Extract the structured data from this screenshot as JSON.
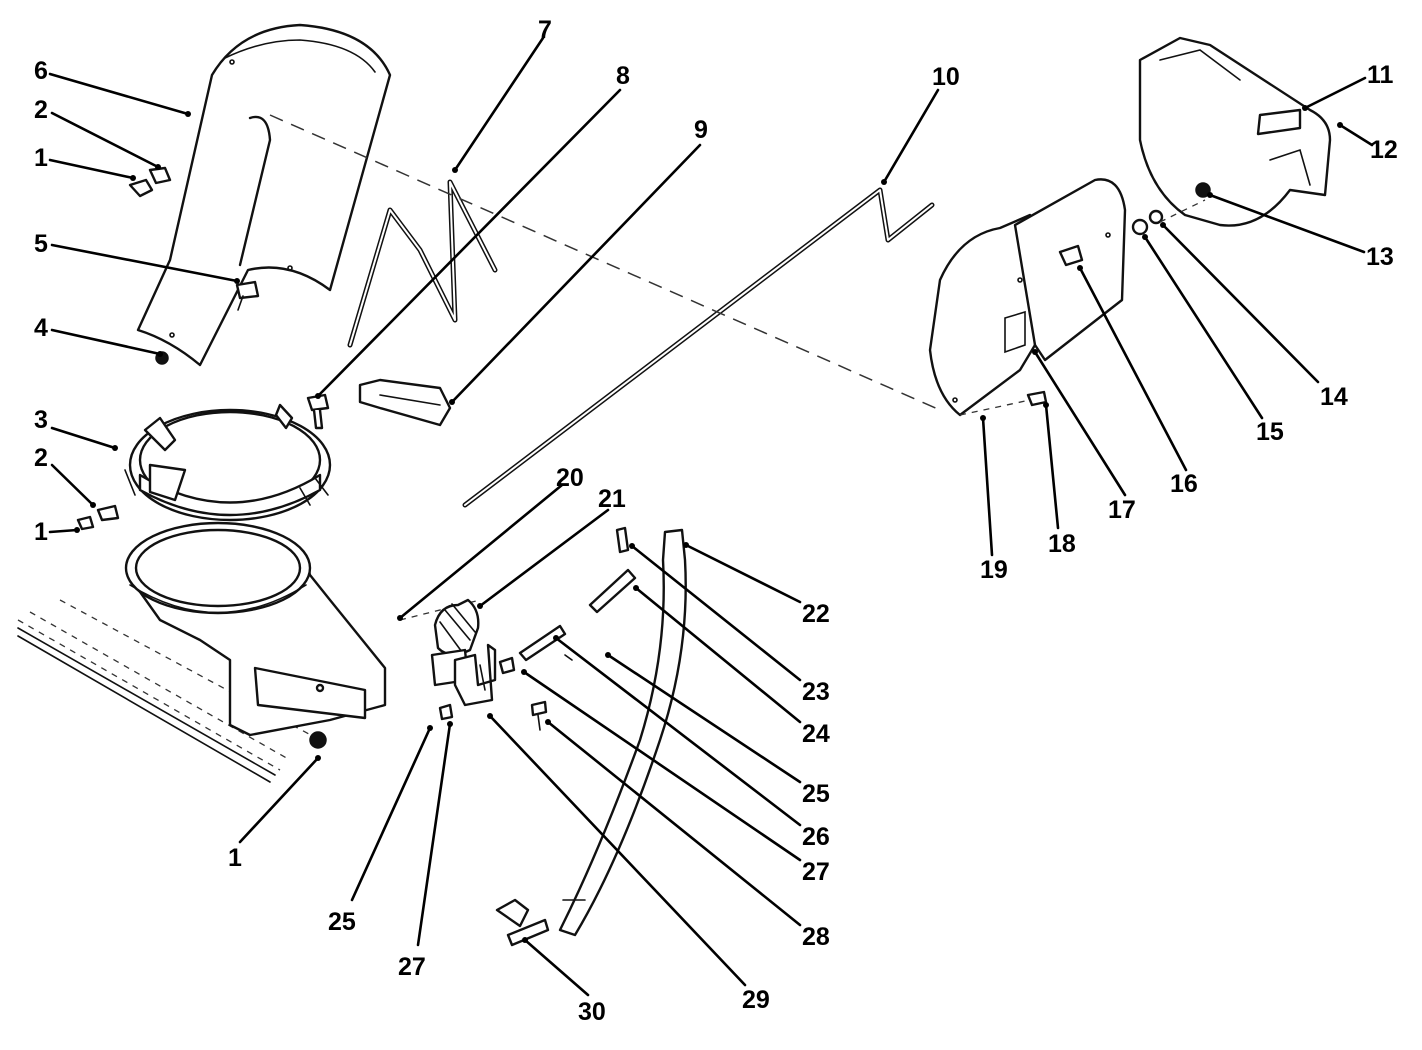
{
  "diagram": {
    "callouts": [
      {
        "id": "c6",
        "label": "6"
      },
      {
        "id": "c2a",
        "label": "2"
      },
      {
        "id": "c1a",
        "label": "1"
      },
      {
        "id": "c5",
        "label": "5"
      },
      {
        "id": "c4",
        "label": "4"
      },
      {
        "id": "c3",
        "label": "3"
      },
      {
        "id": "c2b",
        "label": "2"
      },
      {
        "id": "c1b",
        "label": "1"
      },
      {
        "id": "c7",
        "label": "7"
      },
      {
        "id": "c8",
        "label": "8"
      },
      {
        "id": "c9",
        "label": "9"
      },
      {
        "id": "c10",
        "label": "10"
      },
      {
        "id": "c11",
        "label": "11"
      },
      {
        "id": "c12",
        "label": "12"
      },
      {
        "id": "c13",
        "label": "13"
      },
      {
        "id": "c14",
        "label": "14"
      },
      {
        "id": "c15",
        "label": "15"
      },
      {
        "id": "c16",
        "label": "16"
      },
      {
        "id": "c17",
        "label": "17"
      },
      {
        "id": "c18",
        "label": "18"
      },
      {
        "id": "c19",
        "label": "19"
      },
      {
        "id": "c20",
        "label": "20"
      },
      {
        "id": "c21",
        "label": "21"
      },
      {
        "id": "c22",
        "label": "22"
      },
      {
        "id": "c23",
        "label": "23"
      },
      {
        "id": "c24",
        "label": "24"
      },
      {
        "id": "c25a",
        "label": "25"
      },
      {
        "id": "c26",
        "label": "26"
      },
      {
        "id": "c27a",
        "label": "27"
      },
      {
        "id": "c28",
        "label": "28"
      },
      {
        "id": "c29",
        "label": "29"
      },
      {
        "id": "c30",
        "label": "30"
      },
      {
        "id": "c1c",
        "label": "1"
      },
      {
        "id": "c25b",
        "label": "25"
      },
      {
        "id": "c27b",
        "label": "27"
      }
    ]
  }
}
